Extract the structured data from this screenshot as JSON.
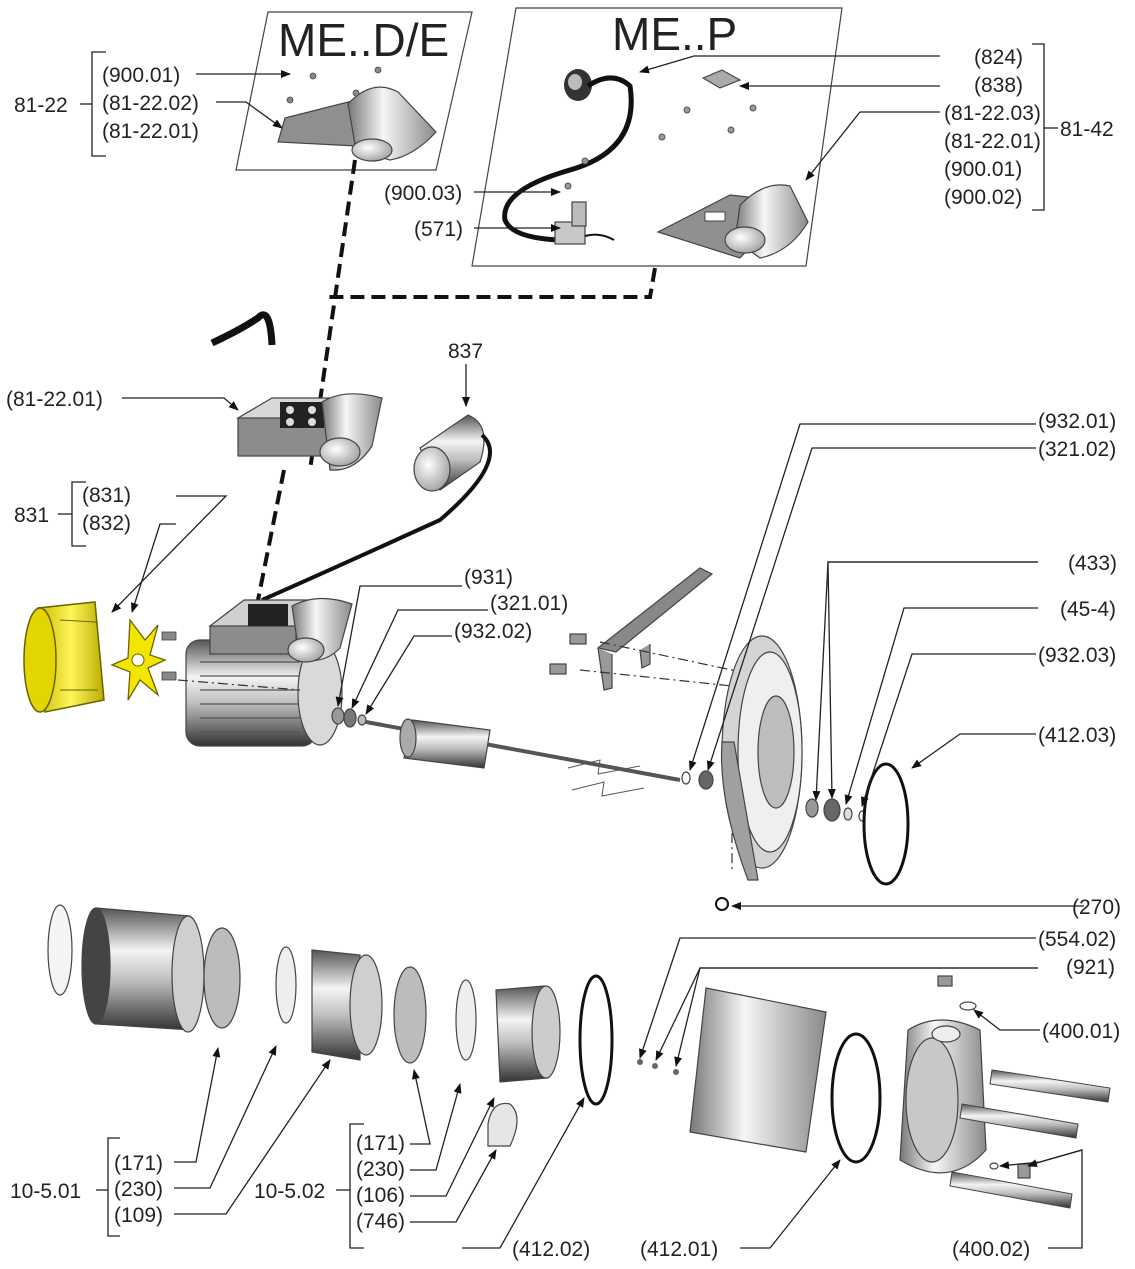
{
  "titles": {
    "left_box": "ME..D/E",
    "right_box": "ME..P"
  },
  "groups": {
    "g81_22": "81-22",
    "g81_42": "81-42",
    "g831": "831",
    "g10_5_01": "10-5.01",
    "g10_5_02": "10-5.02"
  },
  "labels": {
    "l900_01_left": "(900.01)",
    "l81_22_02": "(81-22.02)",
    "l81_22_01_left": "(81-22.01)",
    "l824": "(824)",
    "l838": "(838)",
    "l81_22_03": "(81-22.03)",
    "l81_22_01_right": "(81-22.01)",
    "l900_01_right": "(900.01)",
    "l900_02": "(900.02)",
    "l900_03": "(900.03)",
    "l571": "(571)",
    "l81_22_01_mid": "(81-22.01)",
    "l837": "837",
    "l831": "(831)",
    "l832": "(832)",
    "l931": "(931)",
    "l321_01": "(321.01)",
    "l932_02": "(932.02)",
    "l932_01": "(932.01)",
    "l321_02": "(321.02)",
    "l433": "(433)",
    "l45_4": "(45-4)",
    "l932_03": "(932.03)",
    "l412_03": "(412.03)",
    "l270": "(270)",
    "l554_02": "(554.02)",
    "l921": "(921)",
    "l400_01": "(400.01)",
    "l171_a": "(171)",
    "l230_a": "(230)",
    "l109": "(109)",
    "l171_b": "(171)",
    "l230_b": "(230)",
    "l106": "(106)",
    "l746": "(746)",
    "l412_02": "(412.02)",
    "l412_01": "(412.01)",
    "l400_02": "(400.02)"
  },
  "colors": {
    "fan_cover": "#f2e600",
    "fan_outline": "#6b6300",
    "metal_light": "#e6e6e6",
    "metal_dark": "#6a6a6a"
  }
}
